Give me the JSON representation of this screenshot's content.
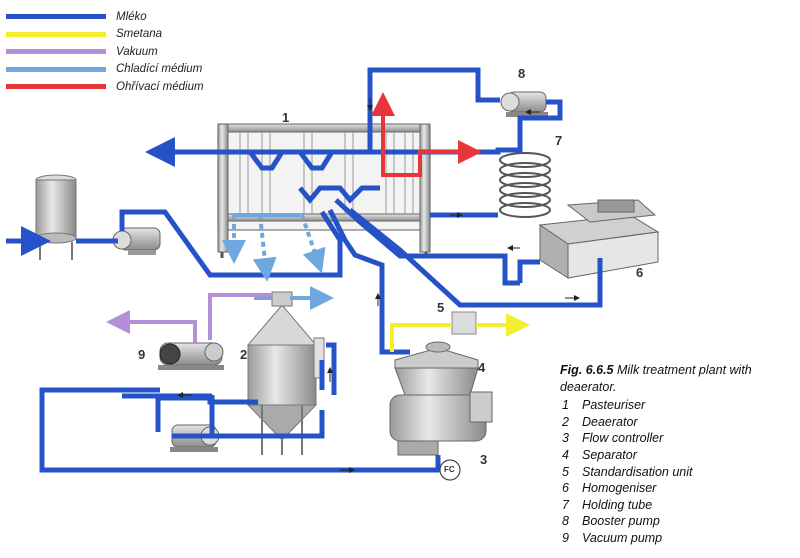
{
  "legend": [
    {
      "label": "Mléko",
      "color": "#2553c7"
    },
    {
      "label": "Smetana",
      "color": "#f2ef2e"
    },
    {
      "label": "Vakuum",
      "color": "#b38fd8"
    },
    {
      "label": "Chladící médium",
      "color": "#6fa8e0"
    },
    {
      "label": "Ohřívací médium",
      "color": "#e8353c"
    }
  ],
  "caption": {
    "fig": "Fig. 6.6.5",
    "title": " Milk treatment plant with deaerator.",
    "items": [
      {
        "num": "1",
        "label": "Pasteuriser"
      },
      {
        "num": "2",
        "label": "Deaerator"
      },
      {
        "num": "3",
        "label": "Flow controller"
      },
      {
        "num": "4",
        "label": "Separator"
      },
      {
        "num": "5",
        "label": "Standardisation unit"
      },
      {
        "num": "6",
        "label": "Homogeniser"
      },
      {
        "num": "7",
        "label": "Holding tube"
      },
      {
        "num": "8",
        "label": "Booster pump"
      },
      {
        "num": "9",
        "label": "Vacuum pump"
      }
    ]
  },
  "component_numbers": [
    "1",
    "2",
    "3",
    "4",
    "5",
    "6",
    "7",
    "8",
    "9"
  ],
  "flow_controller_text": "FC"
}
